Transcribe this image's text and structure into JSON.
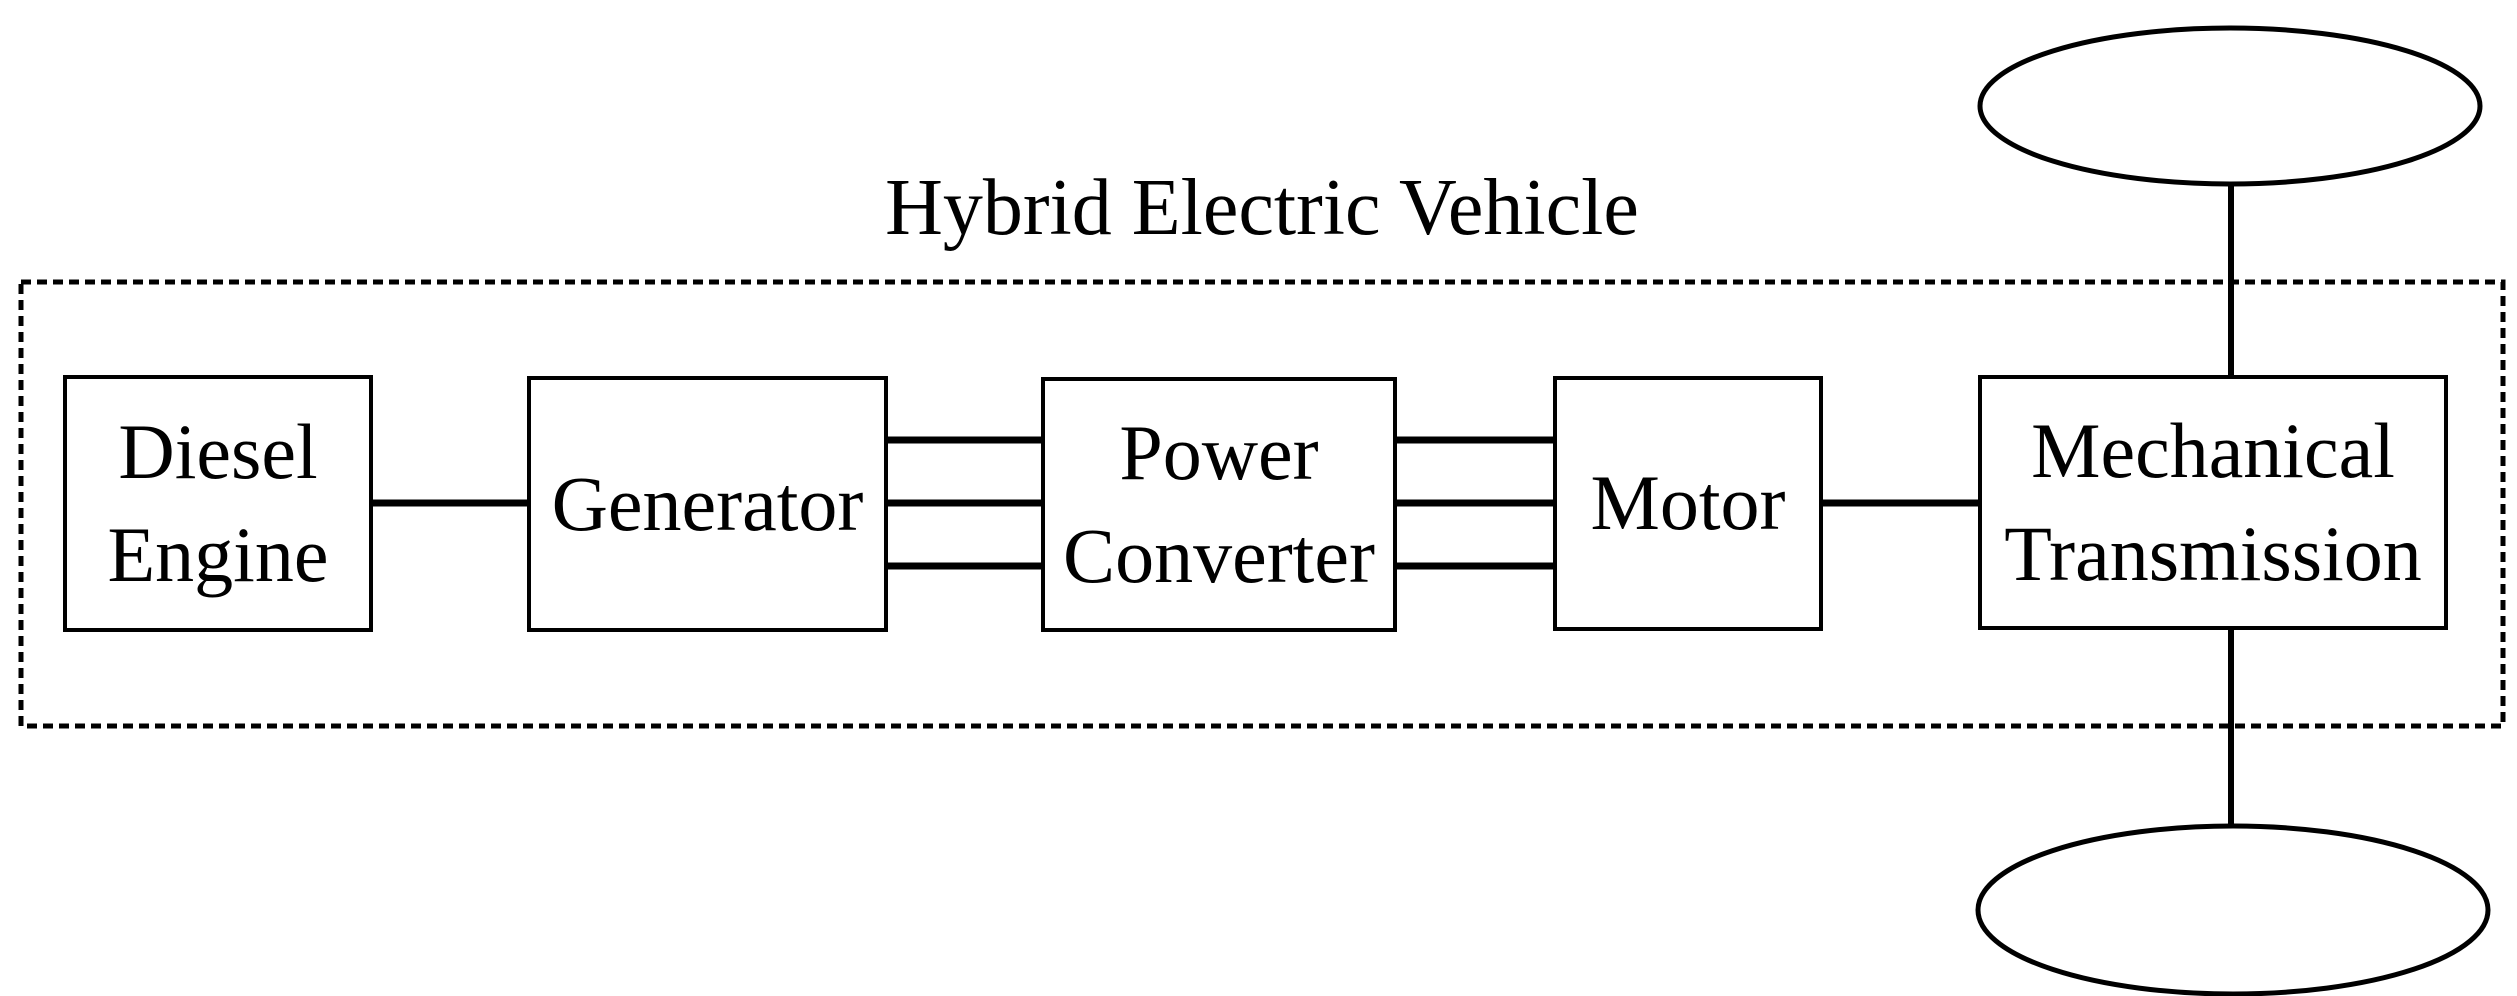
{
  "diagram": {
    "title": "Hybrid Electric Vehicle",
    "type": "block-diagram",
    "colors": {
      "background": "#ffffff",
      "stroke": "#000000",
      "text": "#000000"
    },
    "boundary": {
      "label": "Hybrid Electric Vehicle",
      "border_style": "dashed"
    },
    "nodes": {
      "diesel_engine": {
        "line1": "Diesel",
        "line2": "Engine"
      },
      "generator": {
        "line1": "Generator",
        "line2": ""
      },
      "power_converter": {
        "line1": "Power",
        "line2": "Converter"
      },
      "motor": {
        "line1": "Motor",
        "line2": ""
      },
      "mechanical_transmission": {
        "line1": "Mechanical",
        "line2": "Transmission"
      }
    },
    "connections": [
      {
        "from": "Diesel Engine",
        "to": "Generator",
        "wires": 1
      },
      {
        "from": "Generator",
        "to": "Power Converter",
        "wires": 3
      },
      {
        "from": "Power Converter",
        "to": "Motor",
        "wires": 3
      },
      {
        "from": "Motor",
        "to": "Mechanical Transmission",
        "wires": 1
      },
      {
        "from": "Mechanical Transmission",
        "to": "top wheel",
        "wires": 1
      },
      {
        "from": "Mechanical Transmission",
        "to": "bottom wheel",
        "wires": 1
      }
    ],
    "wheels": [
      "top",
      "bottom"
    ]
  }
}
